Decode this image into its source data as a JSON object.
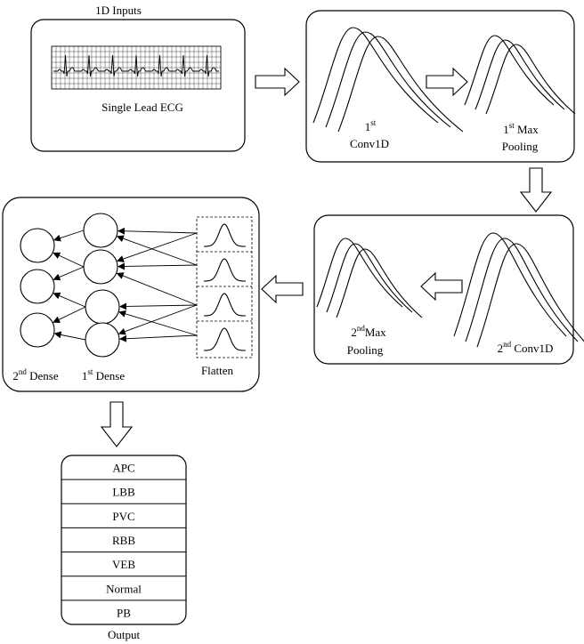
{
  "inputs_title": "1D Inputs",
  "ecg_label": "Single Lead ECG",
  "conv1": {
    "sup": "st",
    "line1_pre": "1",
    "line2": "Conv1D"
  },
  "pool1": {
    "pre": "1",
    "sup": "st",
    "post": " Max",
    "line2": "Pooling"
  },
  "conv2": {
    "pre": "2",
    "sup": "nd",
    "post": " Conv1D"
  },
  "pool2": {
    "pre": "2",
    "sup": "nd",
    "post": "Max",
    "line2": "Pooling"
  },
  "dense2": {
    "pre": "2",
    "sup": "nd",
    "post": " Dense"
  },
  "dense1": {
    "pre": "1",
    "sup": "st",
    "post": " Dense"
  },
  "flatten_label": "Flatten",
  "output_classes": [
    "APC",
    "LBB",
    "PVC",
    "RBB",
    "VEB",
    "Normal",
    "PB"
  ],
  "output_label": "Output"
}
